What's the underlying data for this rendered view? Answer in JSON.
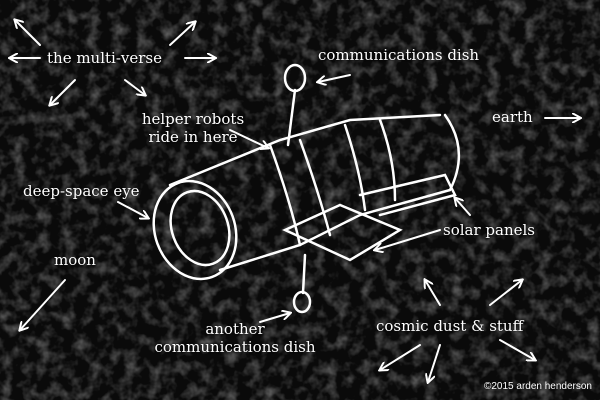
{
  "labels": {
    "multiverse": "the multi-verse",
    "comm_dish": "communications dish",
    "helper_robots_1": "helper robots",
    "helper_robots_2": "ride in here",
    "earth": "earth",
    "deep_space_eye": "deep-space eye",
    "solar_panels": "solar panels",
    "moon": "moon",
    "another_dish_1": "another",
    "another_dish_2": "communications dish",
    "cosmic_dust": "cosmic dust & stuff"
  },
  "copyright": "©2015 arden henderson",
  "colors": {
    "background": "#0a0a0a",
    "ink": "#ffffff"
  }
}
